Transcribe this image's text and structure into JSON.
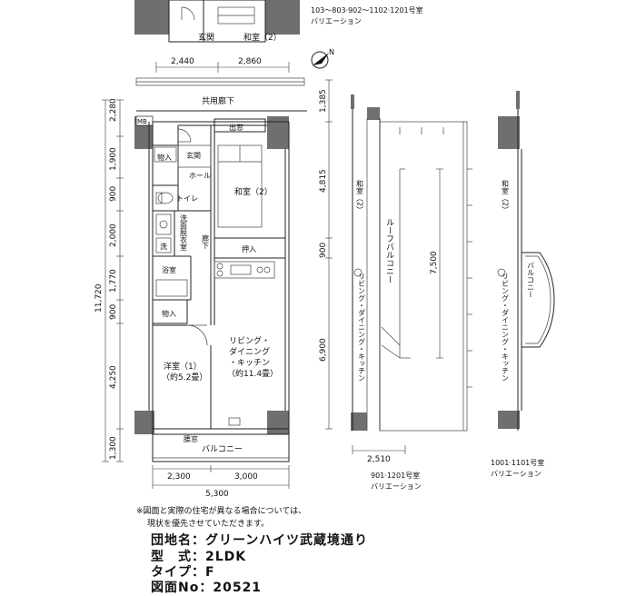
{
  "top_variation": {
    "label_line1": "103～803·902～1102·1201号室",
    "label_line2": "バリエーション",
    "room_entrance": "玄関",
    "room_washitsu": "和室（2）",
    "dims": [
      "2,440",
      "2,860"
    ]
  },
  "plan": {
    "corridor": "共用廊下",
    "mb": "MB",
    "rooms": {
      "storage1": "物入",
      "entrance": "玄関",
      "hall": "ホール",
      "toilet": "トイレ",
      "washroom": "洗面脱衣室",
      "bath": "浴室",
      "storage2": "物入",
      "window": "出窓",
      "washitsu": "和室（2）",
      "hallway": "廊下",
      "oshiire": "押入",
      "western_name": "洋室（1）",
      "western_size": "（約5.2畳）",
      "ldk_l1": "リビング・",
      "ldk_l2": "ダイニング",
      "ldk_l3": "・キッチン",
      "ldk_size": "（約11.4畳）",
      "balcony": "バルコニー",
      "sill": "腰窓",
      "sanitary": "洗"
    },
    "left_dims": [
      "2,280",
      "1,900",
      "900",
      "2,000",
      "1,770",
      "900",
      "4,250",
      "1,300"
    ],
    "total_height": "11,720",
    "right_dims": [
      "1,385",
      "4,815",
      "900",
      "6,900"
    ],
    "bottom_dims": [
      "2,300",
      "3,000"
    ],
    "total_width": "5,300"
  },
  "variation_901": {
    "washitsu": "和室（2）",
    "roof_balcony": "ルーフバルコニー",
    "ldk": "リビング・ダイニング・キッチン",
    "dim_height": "7,500",
    "dim_width": "2,510",
    "label_line1": "901·1201号室",
    "label_line2": "バリエーション"
  },
  "variation_1001": {
    "washitsu": "和室（2）",
    "balcony": "バルコニー",
    "ldk": "リビング・ダイニング・キッチン",
    "label_line1": "1001·1101号室",
    "label_line2": "バリエーション"
  },
  "note": {
    "line1": "※図面と実際の住宅が異なる場合については、",
    "line2": "現状を優先させていただきます。"
  },
  "info": {
    "complex_label": "団地名：",
    "complex_value": "グリーンハイツ武蔵境通り",
    "type_label": "型　式：",
    "type_value": "2LDK",
    "subtype_label": "タイプ：",
    "subtype_value": "F",
    "drawing_label": "図面No：",
    "drawing_value": "20521"
  },
  "north": {
    "label": "N"
  }
}
